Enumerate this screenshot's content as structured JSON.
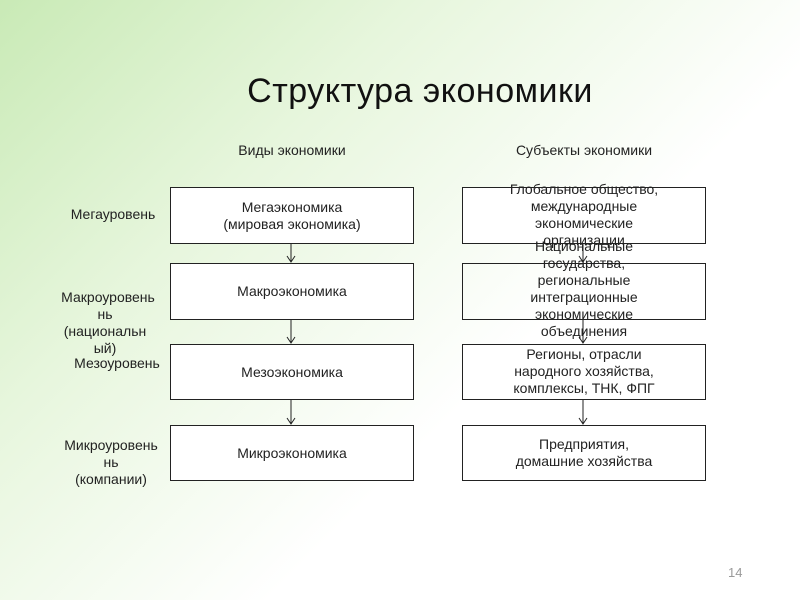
{
  "slide": {
    "title": "Структура экономики",
    "page_number": "14"
  },
  "columns": {
    "left_header": "Виды экономики",
    "right_header": "Субъекты экономики"
  },
  "levels": [
    {
      "lines": [
        "Мегауровень"
      ]
    },
    {
      "lines": [
        "Макроуровень",
        "нь",
        "(национальн",
        "ый)"
      ]
    },
    {
      "lines": [
        "Мезоуровень"
      ]
    },
    {
      "lines": [
        "Микроуровень",
        "нь",
        "(компании)"
      ]
    }
  ],
  "economy_types": [
    {
      "lines": [
        "Мегаэкономика",
        "(мировая экономика)"
      ]
    },
    {
      "lines": [
        "Макроэкономика"
      ]
    },
    {
      "lines": [
        "Мезоэкономика"
      ]
    },
    {
      "lines": [
        "Микроэкономика"
      ]
    }
  ],
  "subjects": [
    {
      "lines": [
        "Глобальное общество,",
        "международные",
        "экономические",
        "организации"
      ]
    },
    {
      "lines": [
        "Национальные",
        "государства,",
        "региональные",
        "интеграционные",
        "экономические",
        "объединения"
      ]
    },
    {
      "lines": [
        "Регионы, отрасли",
        "народного хозяйства,",
        "комплексы, ТНК, ФПГ"
      ]
    },
    {
      "lines": [
        "Предприятия,",
        "домашние хозяйства"
      ]
    }
  ]
}
